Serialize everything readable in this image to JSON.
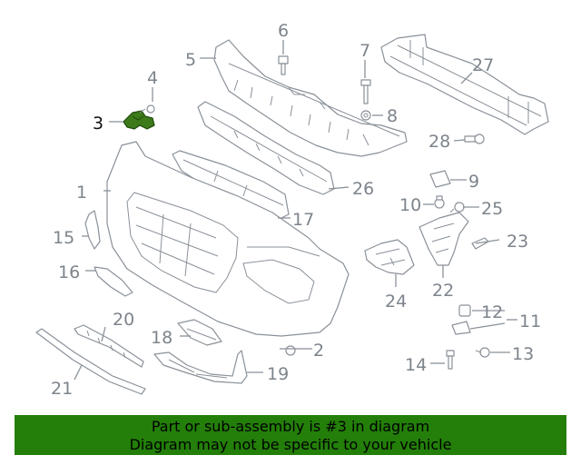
{
  "highlight": {
    "callout": "3",
    "color": "#3d7a1a"
  },
  "callouts": [
    {
      "id": "1",
      "name": "callout-1"
    },
    {
      "id": "2",
      "name": "callout-2"
    },
    {
      "id": "3",
      "name": "callout-3"
    },
    {
      "id": "4",
      "name": "callout-4"
    },
    {
      "id": "5",
      "name": "callout-5"
    },
    {
      "id": "6",
      "name": "callout-6"
    },
    {
      "id": "7",
      "name": "callout-7"
    },
    {
      "id": "8",
      "name": "callout-8"
    },
    {
      "id": "9",
      "name": "callout-9"
    },
    {
      "id": "10",
      "name": "callout-10"
    },
    {
      "id": "11",
      "name": "callout-11"
    },
    {
      "id": "12",
      "name": "callout-12"
    },
    {
      "id": "13",
      "name": "callout-13"
    },
    {
      "id": "14",
      "name": "callout-14"
    },
    {
      "id": "15",
      "name": "callout-15"
    },
    {
      "id": "16",
      "name": "callout-16"
    },
    {
      "id": "17",
      "name": "callout-17"
    },
    {
      "id": "18",
      "name": "callout-18"
    },
    {
      "id": "19",
      "name": "callout-19"
    },
    {
      "id": "20",
      "name": "callout-20"
    },
    {
      "id": "21",
      "name": "callout-21"
    },
    {
      "id": "22",
      "name": "callout-22"
    },
    {
      "id": "23",
      "name": "callout-23"
    },
    {
      "id": "24",
      "name": "callout-24"
    },
    {
      "id": "25",
      "name": "callout-25"
    },
    {
      "id": "26",
      "name": "callout-26"
    },
    {
      "id": "27",
      "name": "callout-27"
    },
    {
      "id": "28",
      "name": "callout-28"
    }
  ],
  "banner": {
    "line1": "Part or sub-assembly is #3 in diagram",
    "line2": "Diagram may not be specific to your vehicle",
    "color": "#237f09"
  }
}
